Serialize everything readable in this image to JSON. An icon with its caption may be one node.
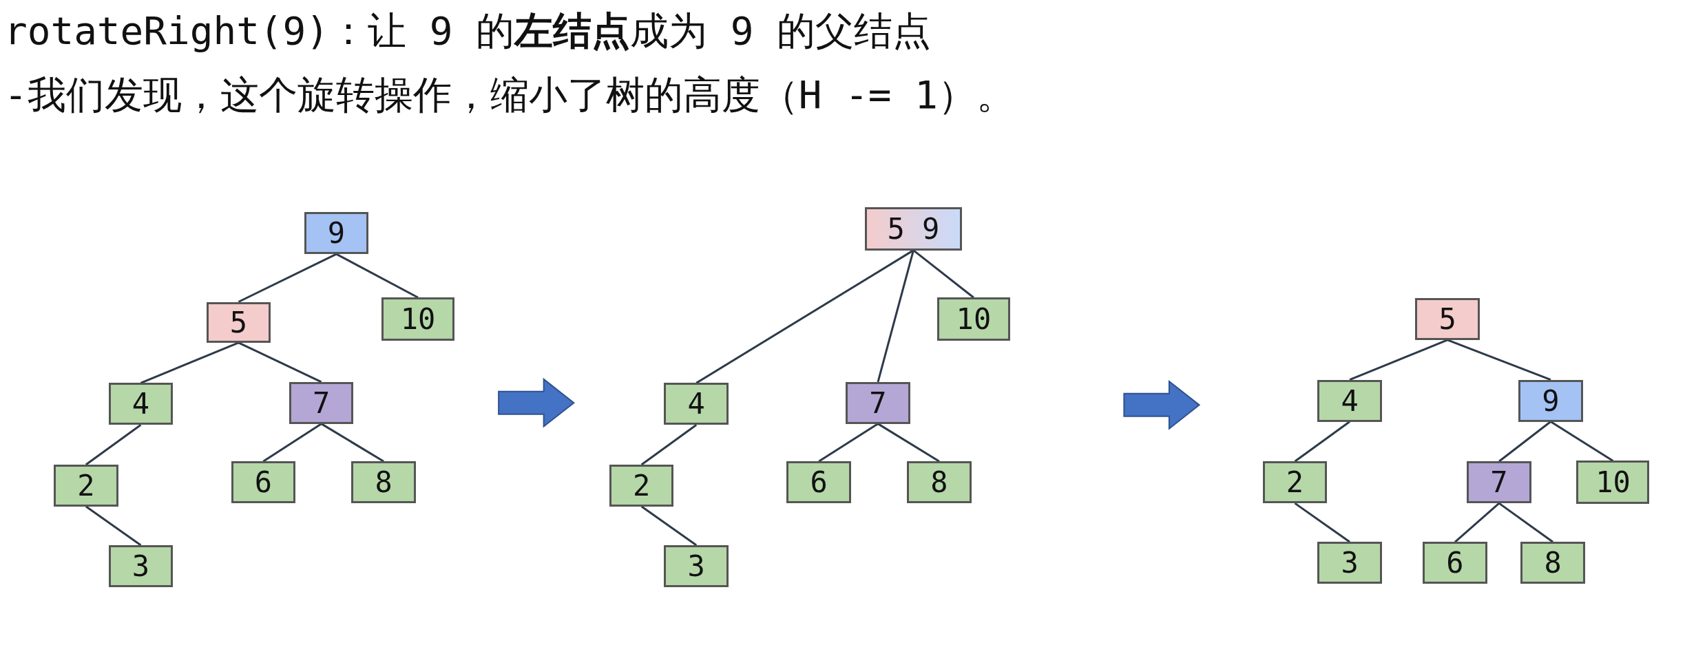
{
  "diagram": {
    "title": "rotateRight(9)：让 9 的**左结点**成为 9 的父结点",
    "nodes": [
      {
        "text": [
          "9"
        ]
      },
      {
        "text": [
          "5"
        ]
      },
      {
        "text": [
          "10"
        ]
      },
      {
        "text": [
          "4"
        ]
      },
      {
        "text": [
          "7"
        ]
      },
      {
        "text": [
          "2"
        ]
      },
      {
        "text": [
          "6"
        ]
      },
      {
        "text": [
          "8"
        ]
      },
      {
        "text": [
          "3"
        ]
      },
      {
        "text": [
          "5 9"
        ]
      },
      {
        "text": [
          "10"
        ]
      },
      {
        "text": [
          "4"
        ]
      },
      {
        "text": [
          "7"
        ]
      },
      {
        "text": [
          "2"
        ]
      },
      {
        "text": [
          "6"
        ]
      },
      {
        "text": [
          "8"
        ]
      },
      {
        "text": [
          "3"
        ]
      },
      {
        "text": [
          "5"
        ]
      },
      {
        "text": [
          "4"
        ]
      },
      {
        "text": [
          "9"
        ]
      },
      {
        "text": [
          "2"
        ]
      },
      {
        "text": [
          "7"
        ]
      },
      {
        "text": [
          "10"
        ]
      },
      {
        "text": [
          "3"
        ]
      },
      {
        "text": [
          "6"
        ]
      },
      {
        "text": [
          "8"
        ]
      }
    ],
    "edges": [
      {
        "from": 0,
        "to": 1,
        "arrow": "none"
      },
      {
        "from": 0,
        "to": 2,
        "arrow": "none"
      },
      {
        "from": 1,
        "to": 3,
        "arrow": "none"
      },
      {
        "from": 1,
        "to": 4,
        "arrow": "none"
      },
      {
        "from": 3,
        "to": 5,
        "arrow": "none"
      },
      {
        "from": 4,
        "to": 6,
        "arrow": "none"
      },
      {
        "from": 4,
        "to": 7,
        "arrow": "none"
      },
      {
        "from": 5,
        "to": 8,
        "arrow": "none"
      },
      {
        "from": 9,
        "to": 11,
        "arrow": "none"
      },
      {
        "from": 9,
        "to": 12,
        "arrow": "none"
      },
      {
        "from": 9,
        "to": 10,
        "arrow": "none"
      },
      {
        "from": 11,
        "to": 13,
        "arrow": "none"
      },
      {
        "from": 13,
        "to": 16,
        "arrow": "none"
      },
      {
        "from": 12,
        "to": 14,
        "arrow": "none"
      },
      {
        "from": 12,
        "to": 15,
        "arrow": "none"
      },
      {
        "from": 17,
        "to": 18,
        "arrow": "none"
      },
      {
        "from": 17,
        "to": 19,
        "arrow": "none"
      },
      {
        "from": 18,
        "to": 20,
        "arrow": "none"
      },
      {
        "from": 20,
        "to": 23,
        "arrow": "none"
      },
      {
        "from": 19,
        "to": 21,
        "arrow": "none"
      },
      {
        "from": 19,
        "to": 22,
        "arrow": "none"
      },
      {
        "from": 21,
        "to": 24,
        "arrow": "none"
      },
      {
        "from": 21,
        "to": 25,
        "arrow": "none"
      }
    ],
    "labels": [
      "-我们发现，这个旋转操作，缩小了树的高度（H -= 1）。"
    ]
  }
}
